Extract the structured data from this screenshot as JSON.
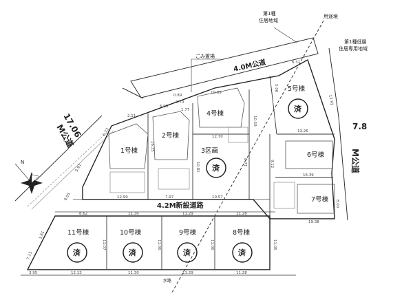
{
  "roads": {
    "north": "4.0M公道",
    "west_line1": "17.06",
    "west_line2": "M公道",
    "east_line1": "7.8",
    "east_line2": "M公道",
    "new_road": "4.2M新設道路",
    "water": "水路"
  },
  "labels": {
    "garbage": "ごみ置場",
    "zoning_line": "用途境",
    "zone_north_l1": "第1種",
    "zone_north_l2": "住居地域",
    "zone_east_l1": "第1種低層",
    "zone_east_l2": "住居専用地域",
    "north_mark": "N"
  },
  "stamp_text": "済",
  "lots": {
    "lot1": "1号棟",
    "lot2": "2号棟",
    "lot3": "3区画",
    "lot4": "4号棟",
    "lot5": "5号棟",
    "lot6": "6号棟",
    "lot7": "7号棟",
    "lot8": "8号棟",
    "lot9": "9号棟",
    "lot10": "10号棟",
    "lot11": "11号棟"
  },
  "dims": {
    "d_bottom_1": "3.95",
    "d_bottom_2": "12.13",
    "d_bottom_3": "11.30",
    "d_bottom_4": "11.29",
    "d_bottom_5": "11.28",
    "d_mid_1": "8.62",
    "d_mid_2": "11.30",
    "d_mid_3": "11.29",
    "d_mid_4": "11.28",
    "d_mid_5": "12.99",
    "d_mid_6": "7.97",
    "d_mid_7": "10.57",
    "d_top_1": "2.11",
    "d_top_2": "6.99",
    "d_top_3": "1.77",
    "d_top_4": "10.89",
    "d_top_5": "0.89",
    "d_top_6": "6.70",
    "d_top_7": "12.70",
    "d_right_1": "13.26",
    "d_right_2": "16.39",
    "d_right_3": "19.38",
    "d_right_4": "9.12",
    "d_side_1": "16.35",
    "d_side_2": "10.59",
    "d_side_3": "10.81",
    "d_side_4": "8.71",
    "d_lot_1": "11.07",
    "d_lot_2": "11.06",
    "d_lot_3": "11.06",
    "d_lot_4": "11.05",
    "d_left_1": "6.73",
    "d_left_2": "5.91",
    "d_left_3": "6.05",
    "d_left_4": "1.61",
    "d_left_5": "7.11",
    "d_far_1": "6.31",
    "d_far_2": "5.06",
    "d_far_3": "12.91",
    "d_far_4": "8.00"
  }
}
